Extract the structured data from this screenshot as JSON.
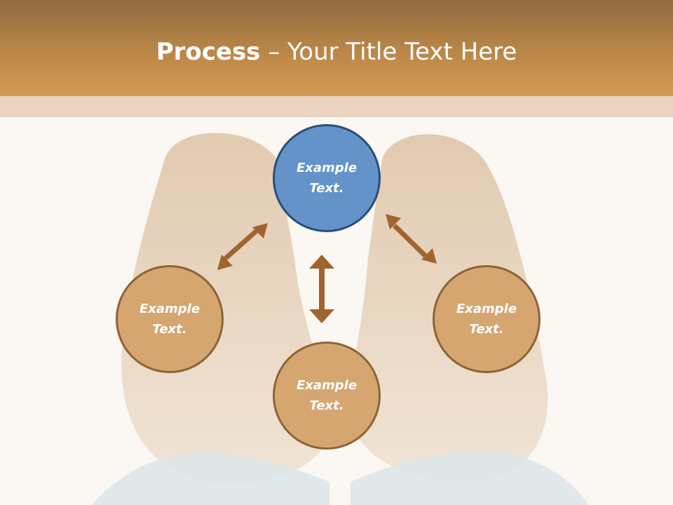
{
  "title": {
    "bold": "Process",
    "rest": " – Your Title Text Here"
  },
  "nodes": [
    {
      "line1": "Example",
      "line2": "Text."
    },
    {
      "line1": "Example",
      "line2": "Text."
    },
    {
      "line1": "Example",
      "line2": "Text."
    },
    {
      "line1": "Example",
      "line2": "Text."
    }
  ],
  "colors": {
    "header": "#b88547",
    "node_main": "#6393c9",
    "node_sub": "#d5a670",
    "arrow": "#a0652e"
  }
}
